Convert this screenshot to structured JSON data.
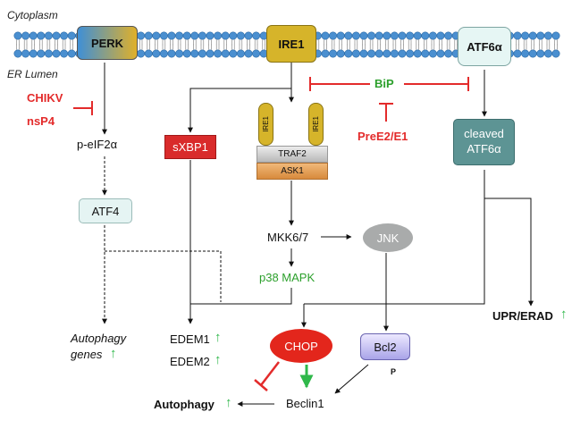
{
  "compartments": {
    "cytoplasm": "Cytoplasm",
    "er_lumen": "ER Lumen"
  },
  "receptors": {
    "perk": "PERK",
    "ire1": "IRE1",
    "atf6a": "ATF6α"
  },
  "bip": "BiP",
  "chikv": {
    "line1": "CHIKV",
    "line2": "nsP4"
  },
  "pre_e2_e1": "PreE2/E1",
  "perk_branch": {
    "peif2a": "p-eIF2α",
    "atf4": "ATF4"
  },
  "ire1_branch": {
    "sxbp1": "sXBP1",
    "ire1_left": "IRE1",
    "ire1_right": "IRE1",
    "traf2": "TRAF2",
    "ask1": "ASK1",
    "mkk": "MKK6/7",
    "jnk": "JNK",
    "p38": "p38 MAPK"
  },
  "atf6_branch": {
    "cleaved_line1": "cleaved",
    "cleaved_line2": "ATF6α"
  },
  "outputs": {
    "autophagy_genes_line1": "Autophagy",
    "autophagy_genes_line2": "genes",
    "edem1": "EDEM1",
    "edem2": "EDEM2",
    "chop": "CHOP",
    "bcl2": "Bcl2",
    "phospho": "P",
    "beclin1": "Beclin1",
    "autophagy": "Autophagy",
    "upr_erad": "UPR/ERAD"
  },
  "up_arrow": "↑",
  "colors": {
    "inhibition_red": "#e32b2b",
    "green_label": "#2ca02c",
    "sxbp1_fill": "#d92b2b",
    "chop_fill": "#e3261c",
    "receptor_gold": "#d6b42a",
    "teal": "#5d9494",
    "light_teal": "#e5f4f3"
  }
}
